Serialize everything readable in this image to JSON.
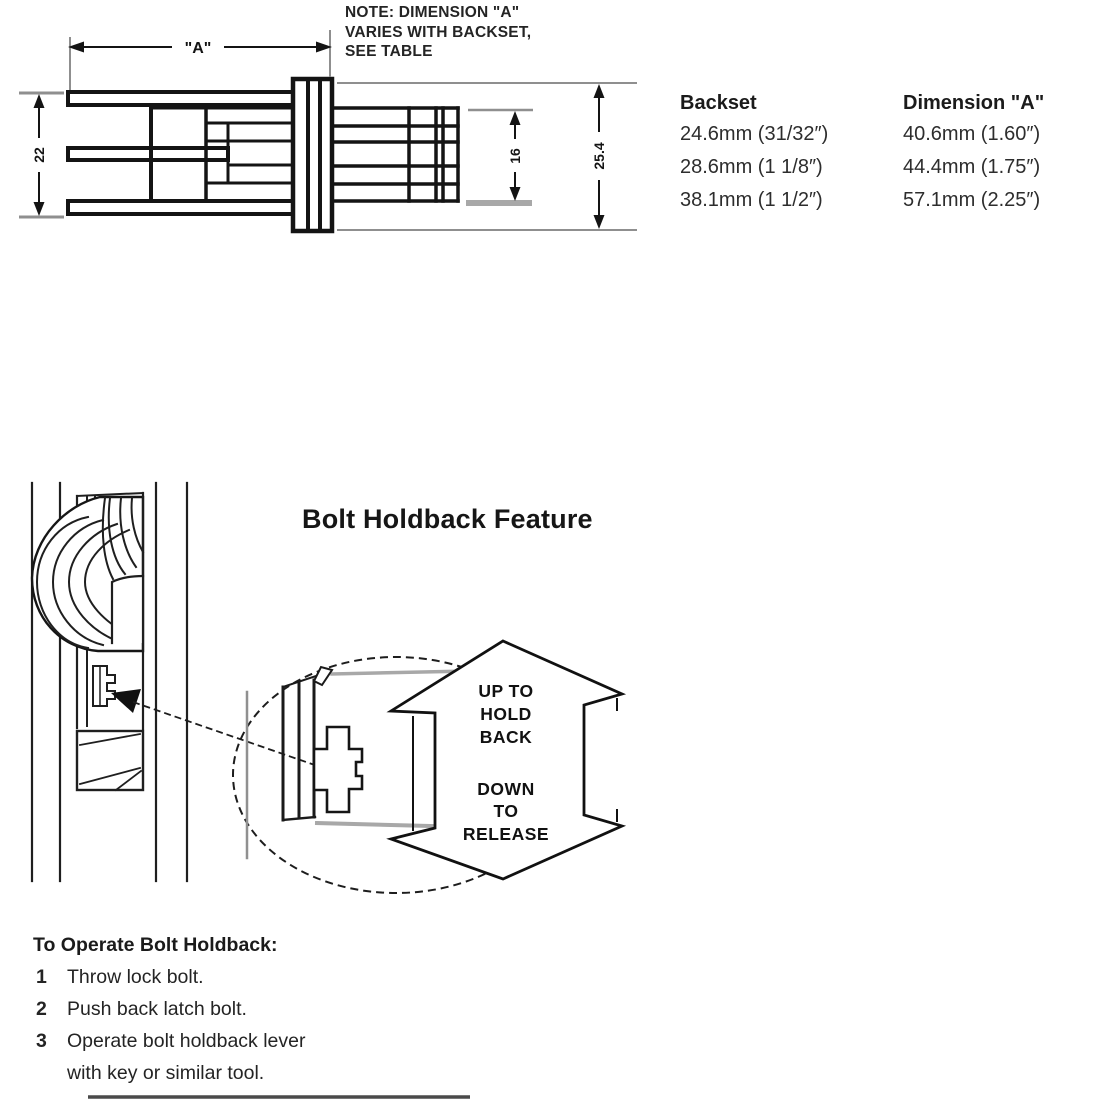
{
  "top_drawing": {
    "note_lines": [
      "NOTE: DIMENSION \"A\"",
      "VARIES WITH BACKSET,",
      "SEE TABLE"
    ],
    "dim_a_label": "\"A\"",
    "dim_body_height": "22",
    "dim_latch_height": "16",
    "dim_case_height": "25.4"
  },
  "backset_table": {
    "col1_header": "Backset",
    "col2_header": "Dimension \"A\"",
    "rows": [
      {
        "backset": "24.6mm (31/32″)",
        "dimension_a": "40.6mm (1.60″)"
      },
      {
        "backset": "28.6mm (1 1/8″)",
        "dimension_a": "44.4mm (1.75″)"
      },
      {
        "backset": "38.1mm (1 1/2″)",
        "dimension_a": "57.1mm (2.25″)"
      }
    ]
  },
  "holdback_feature": {
    "title": "Bolt Holdback Feature",
    "arrow_up_lines": [
      "UP TO",
      "HOLD",
      "BACK"
    ],
    "arrow_down_lines": [
      "DOWN",
      "TO",
      "RELEASE"
    ]
  },
  "instructions": {
    "heading": "To Operate Bolt Holdback:",
    "items": [
      {
        "num": "1",
        "text": "Throw lock bolt."
      },
      {
        "num": "2",
        "text": "Push back latch bolt."
      },
      {
        "num": "3",
        "text": "Operate bolt holdback lever",
        "text2": "with key or similar tool."
      }
    ]
  },
  "colors": {
    "ink": "#141414",
    "dim_gray": "#8f8f8f",
    "bar_gray": "#a8a8a8"
  }
}
